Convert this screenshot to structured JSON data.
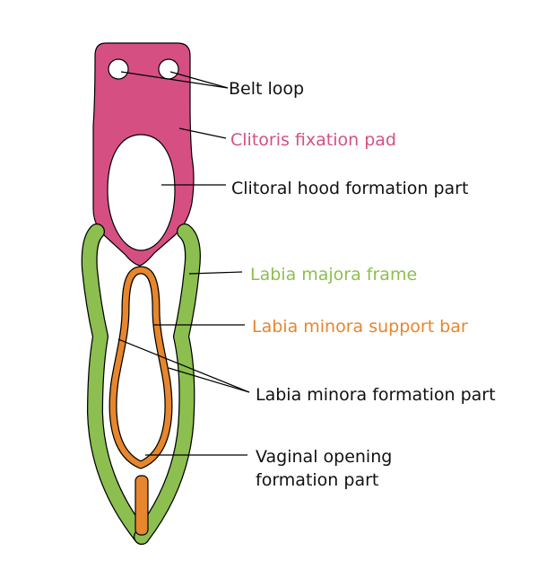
{
  "colors": {
    "pad": "#d64f83",
    "frame": "#8cbf4f",
    "support_bar": "#e7862c",
    "outline": "#000000",
    "text_default": "#111111"
  },
  "labels": {
    "belt_loop": {
      "text": "Belt loop",
      "color": "#111111"
    },
    "clitoris_fixation_pad": {
      "text": "Clitoris fixation pad",
      "color": "#d64f83"
    },
    "clitoral_hood": {
      "text": "Clitoral hood formation part",
      "color": "#111111"
    },
    "labia_majora_frame": {
      "text": "Labia majora frame",
      "color": "#8cbf4f"
    },
    "labia_minora_support_bar": {
      "text": "Labia minora support bar",
      "color": "#e7862c"
    },
    "labia_minora_formation": {
      "text": "Labia minora formation part",
      "color": "#111111"
    },
    "vaginal_opening_line1": {
      "text": "Vaginal opening",
      "color": "#111111"
    },
    "vaginal_opening_line2": {
      "text": "formation part",
      "color": "#111111"
    }
  }
}
